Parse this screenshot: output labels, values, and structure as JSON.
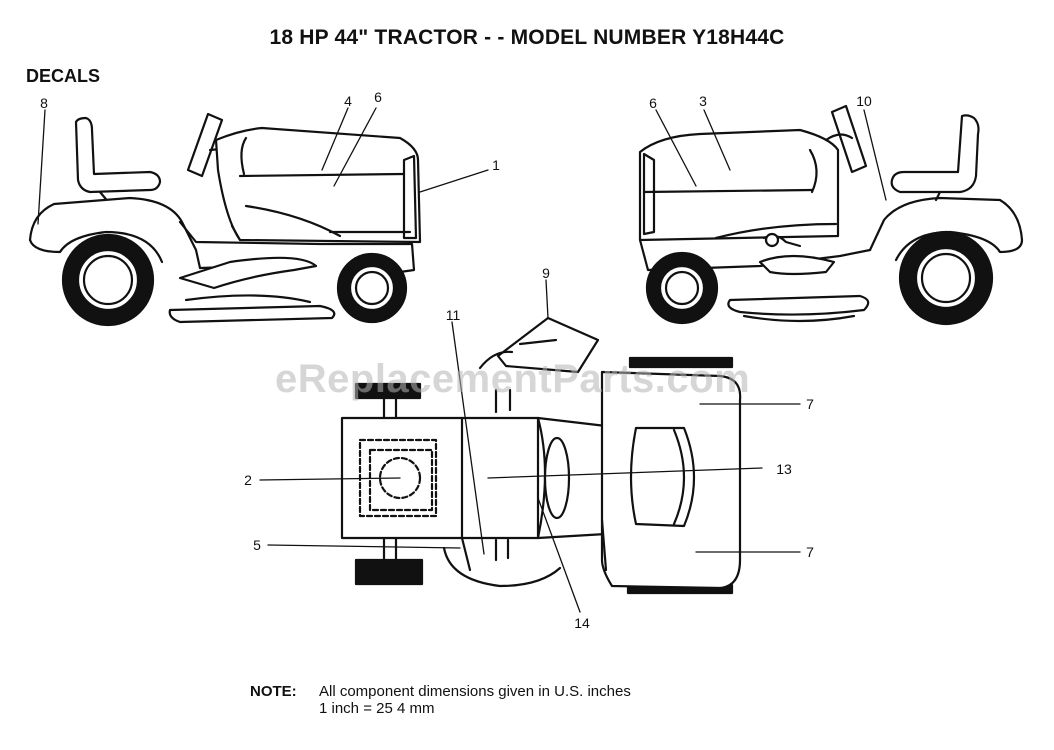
{
  "header": {
    "title": "18 HP 44\" TRACTOR - - MODEL NUMBER Y18H44C",
    "section": "DECALS"
  },
  "callouts": {
    "c1": "1",
    "c2": "2",
    "c3": "3",
    "c4": "4",
    "c5": "5",
    "c6a": "6",
    "c6b": "6",
    "c7a": "7",
    "c7b": "7",
    "c8": "8",
    "c9": "9",
    "c10": "10",
    "c11": "11",
    "c13": "13",
    "c14": "14"
  },
  "note": {
    "label": "NOTE:",
    "line1": "All component dimensions given in U.S. inches",
    "line2": "1 inch = 25 4 mm"
  },
  "watermark": "eReplacementParts.com"
}
